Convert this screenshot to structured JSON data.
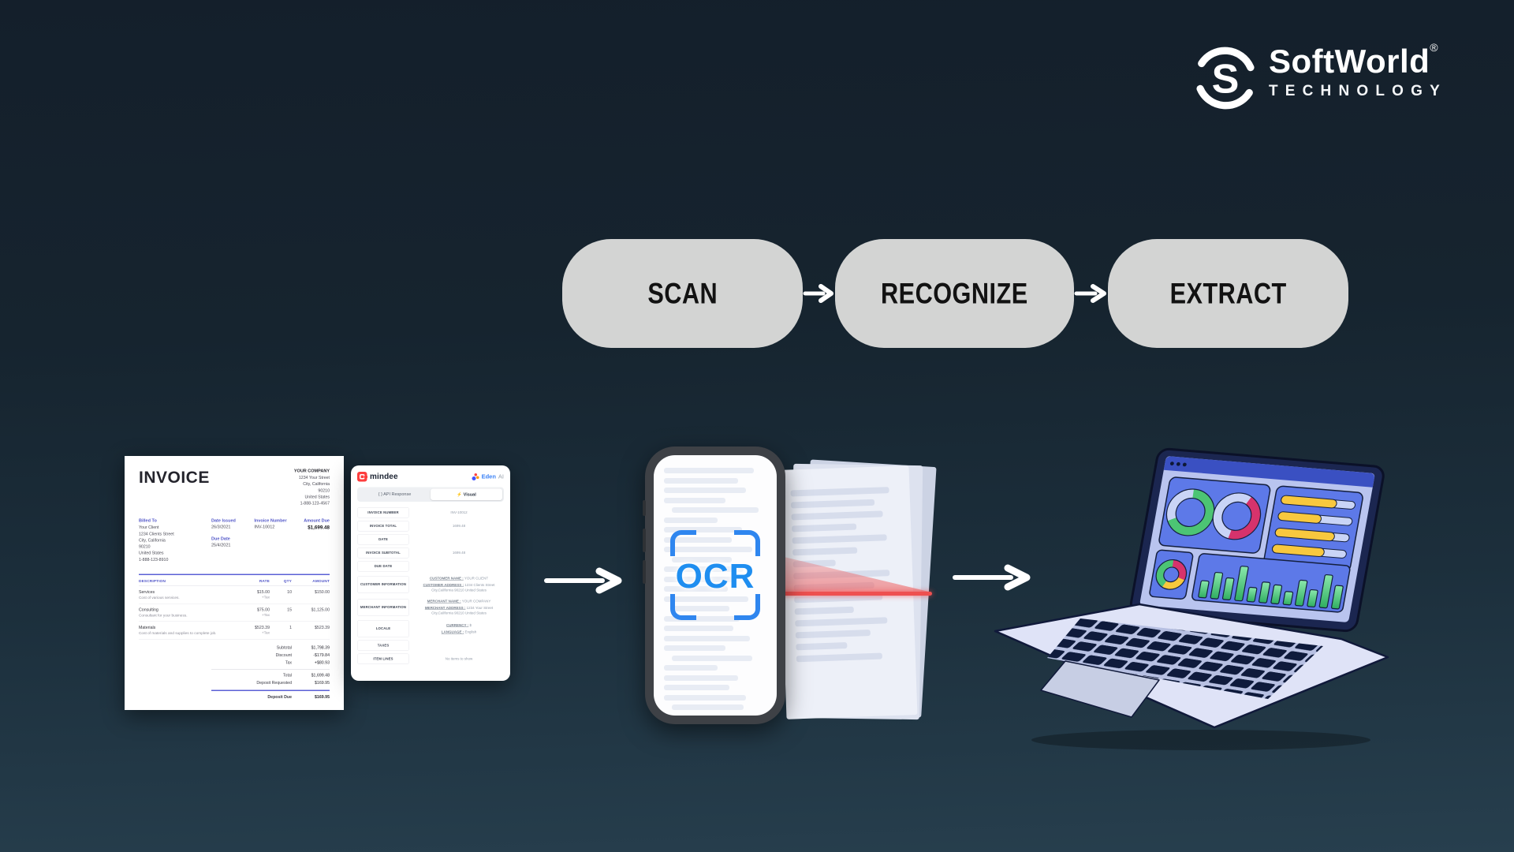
{
  "colors": {
    "background_top": "#15222e",
    "background_bottom": "#273f4e",
    "pill_bg": "#d3d4d3",
    "ocr_blue": "#1f8ef0",
    "beam_red": "#ee5050",
    "panel_blue": "#5d79e8",
    "laptop_green": "#4cc474",
    "laptop_pink": "#d6336c",
    "laptop_yellow": "#f8c83e",
    "invoice_purple": "#5156c8",
    "mindee_red": "#fd3e3e"
  },
  "logo": {
    "name": "SoftWorld",
    "registered": "®",
    "subtitle": "TECHNOLOGY"
  },
  "process_steps": [
    {
      "label": "SCAN"
    },
    {
      "label": "RECOGNIZE"
    },
    {
      "label": "EXTRACT"
    }
  ],
  "invoice": {
    "title": "INVOICE",
    "company": {
      "name": "YOUR COMPANY",
      "lines": [
        "1234 Your Street",
        "City, California",
        "90210",
        "United States",
        "1-888-123-4567"
      ]
    },
    "billed_to": {
      "label": "Billed To",
      "lines": [
        "Your Client",
        "1234 Clients Street",
        "City, California",
        "90210",
        "United States",
        "1-888-123-8910"
      ]
    },
    "meta": {
      "date_issued_label": "Date Issued",
      "date_issued": "26/3/2021",
      "invoice_number_label": "Invoice Number",
      "invoice_number": "INV-10012",
      "amount_due_label": "Amount Due",
      "amount_due": "$1,699.48",
      "due_date_label": "Due Date",
      "due_date": "25/4/2021"
    },
    "table": {
      "headers": [
        "DESCRIPTION",
        "RATE",
        "QTY",
        "AMOUNT"
      ],
      "rows": [
        {
          "name": "Services",
          "desc": "Cost of various services.",
          "rate": "$15.00",
          "tax": "+Tax",
          "qty": "10",
          "amount": "$150.00"
        },
        {
          "name": "Consulting",
          "desc": "Consultant for your business.",
          "rate": "$75.00",
          "tax": "+Tax",
          "qty": "15",
          "amount": "$1,125.00"
        },
        {
          "name": "Materials",
          "desc": "Cost of materials and supplies to complete job.",
          "rate": "$523.39",
          "tax": "+Tax",
          "qty": "1",
          "amount": "$523.39"
        }
      ]
    },
    "totals": [
      {
        "label": "Subtotal",
        "value": "$1,798.39"
      },
      {
        "label": "Discount",
        "value": "-$179.84"
      },
      {
        "label": "Tax",
        "value": "+$80.93"
      }
    ],
    "grand": [
      {
        "label": "Total",
        "value": "$1,699.48"
      },
      {
        "label": "Deposit Requested",
        "value": "$169.95"
      }
    ],
    "deposit_due": {
      "label": "Deposit Due",
      "value": "$169.95"
    }
  },
  "ocr_panel": {
    "brand": "mindee",
    "partner_brand": "Eden",
    "partner_suffix": "AI",
    "tabs": [
      {
        "icon": "{ }",
        "label": "API Response",
        "active": false
      },
      {
        "icon": "⚡",
        "label": "Visual",
        "active": true
      }
    ],
    "rows": [
      {
        "label": "INVOICE NUMBER",
        "value": "INV-10012"
      },
      {
        "label": "INVOICE TOTAL",
        "value": "1699.48"
      },
      {
        "label": "DATE",
        "value": ""
      },
      {
        "label": "INVOICE SUBTOTAL",
        "value": "1699.48"
      },
      {
        "label": "DUE DATE",
        "value": ""
      },
      {
        "label": "CUSTOMER INFORMATION",
        "pairs": [
          {
            "k": "CUSTOMER NAME :",
            "v": "YOUR CLIENT"
          },
          {
            "k": "CUSTOMER ADDRESS :",
            "v": "1234 Clients Street City,California 90210 United States"
          }
        ]
      },
      {
        "label": "MERCHANT INFORMATION",
        "pairs": [
          {
            "k": "MERCHANT NAME :",
            "v": "YOUR COMPANY"
          },
          {
            "k": "MERCHANT ADDRESS :",
            "v": "1234 Your Street City,California 90210 United States"
          }
        ]
      },
      {
        "label": "LOCALE",
        "pairs": [
          {
            "k": "CURRENCY :",
            "v": "$"
          },
          {
            "k": "LANGUAGE :",
            "v": "English"
          }
        ]
      },
      {
        "label": "TAXES",
        "value": ""
      },
      {
        "label": "ITEM LINES",
        "value": "No items to show"
      }
    ]
  },
  "phone": {
    "ocr_label": "OCR"
  },
  "chart_data": [
    {
      "type": "donut",
      "name": "dashboard-ring-1",
      "fraction": 0.68,
      "color": "#4cc474",
      "track": "#c9d4f6"
    },
    {
      "type": "donut",
      "name": "dashboard-ring-2",
      "fraction": 0.45,
      "color": "#d6336c",
      "track": "#c9d4f6"
    },
    {
      "type": "bar",
      "name": "dashboard-progress-bars",
      "values": [
        75,
        58,
        80,
        70
      ],
      "color": "#f8c83e",
      "track": "#c9d4f6"
    },
    {
      "type": "pie",
      "name": "dashboard-mini-donut",
      "slices": [
        {
          "color": "#d6336c",
          "value": 30
        },
        {
          "color": "#f8c83e",
          "value": 28
        },
        {
          "color": "#4cc474",
          "value": 42
        }
      ]
    },
    {
      "type": "bar",
      "name": "dashboard-bar-chart",
      "values": [
        45,
        70,
        58,
        92,
        38,
        55,
        50,
        35,
        68,
        45,
        88,
        62
      ],
      "color": "#4fce7e"
    }
  ]
}
